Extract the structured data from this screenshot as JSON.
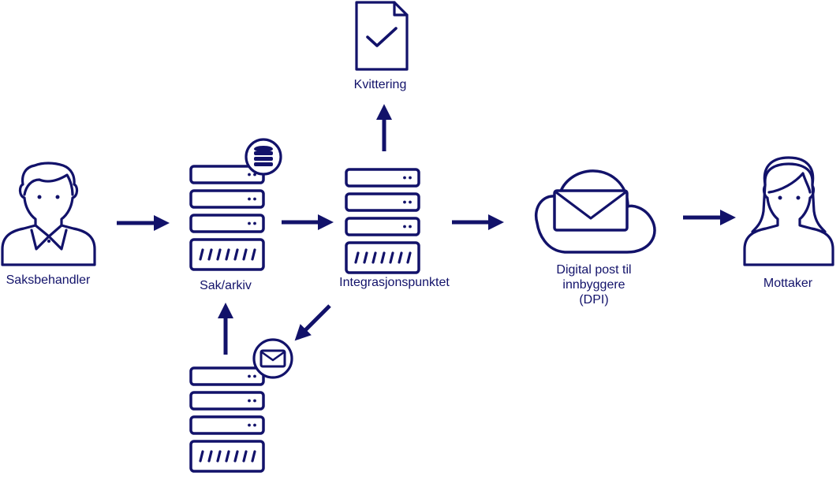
{
  "colors": {
    "ink": "#12126a",
    "background": "#ffffff"
  },
  "icons": {
    "case_handler": "person-male-icon",
    "case_archive": "server-stack-icon",
    "database_badge": "database-icon",
    "integration_point": "server-stack-icon",
    "receipt": "document-check-icon",
    "cloud": "cloud-envelope-icon",
    "recipient": "person-female-icon",
    "mail_server": "server-stack-icon",
    "mail_badge": "envelope-icon"
  },
  "nodes": {
    "case_handler": {
      "label": "Saksbehandler"
    },
    "case_archive": {
      "label": "Sak/arkiv"
    },
    "integration_point": {
      "label": "Integrasjonspunktet"
    },
    "receipt": {
      "label": "Kvittering"
    },
    "digital_post": {
      "label_line1": "Digital post til",
      "label_line2": "innbyggere",
      "label_line3": "(DPI)"
    },
    "recipient": {
      "label": "Mottaker"
    }
  }
}
